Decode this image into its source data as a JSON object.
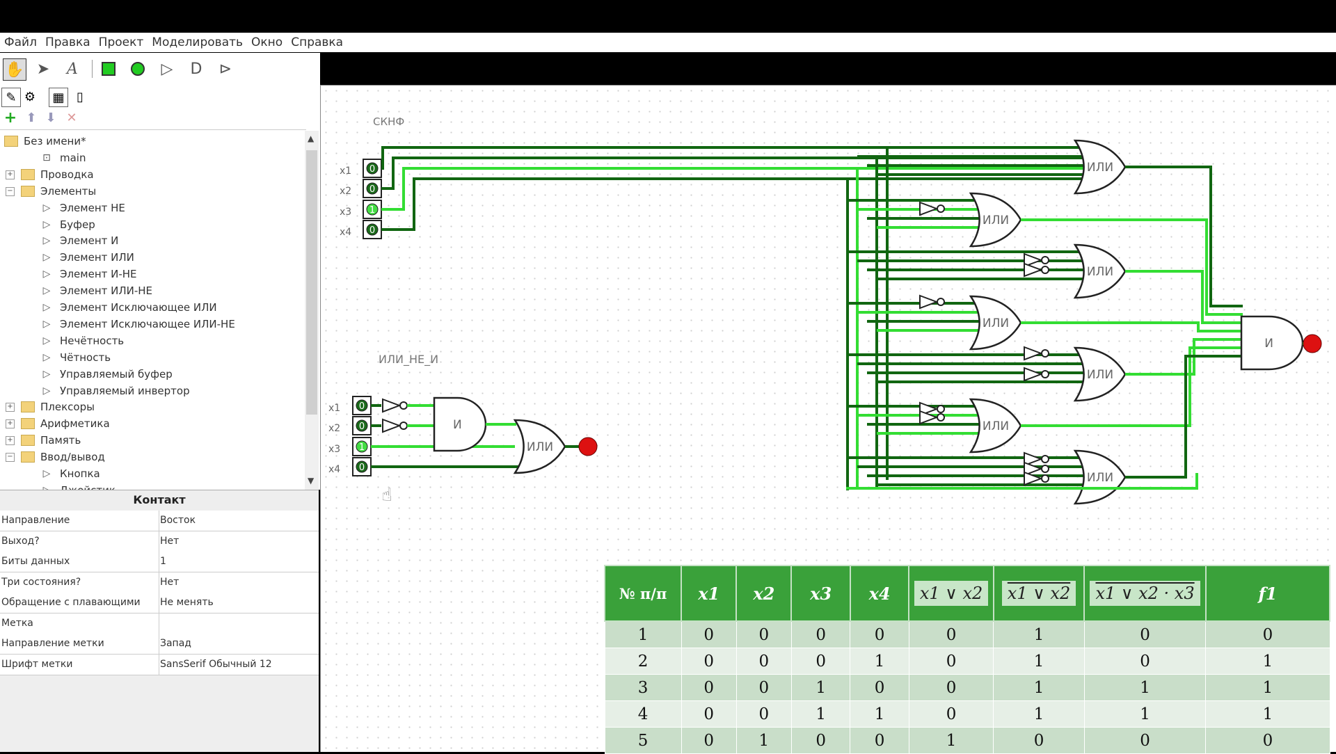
{
  "menu": [
    "Файл",
    "Правка",
    "Проект",
    "Моделировать",
    "Окно",
    "Справка"
  ],
  "tree": {
    "root": "Без имени*",
    "items": [
      {
        "label": "main",
        "kind": "circuit",
        "level": 2
      },
      {
        "label": "Проводка",
        "kind": "folder",
        "level": 1,
        "exp": "+"
      },
      {
        "label": "Элементы",
        "kind": "folder",
        "level": 1,
        "exp": "−"
      },
      {
        "label": "Элемент НЕ",
        "kind": "gate",
        "level": 2
      },
      {
        "label": "Буфер",
        "kind": "gate",
        "level": 2
      },
      {
        "label": "Элемент И",
        "kind": "gate",
        "level": 2
      },
      {
        "label": "Элемент ИЛИ",
        "kind": "gate",
        "level": 2
      },
      {
        "label": "Элемент И-НЕ",
        "kind": "gate",
        "level": 2
      },
      {
        "label": "Элемент ИЛИ-НЕ",
        "kind": "gate",
        "level": 2
      },
      {
        "label": "Элемент Исключающее ИЛИ",
        "kind": "gate",
        "level": 2
      },
      {
        "label": "Элемент Исключающее ИЛИ-НЕ",
        "kind": "gate",
        "level": 2
      },
      {
        "label": "Нечётность",
        "kind": "gate",
        "level": 2
      },
      {
        "label": "Чётность",
        "kind": "gate",
        "level": 2
      },
      {
        "label": "Управляемый буфер",
        "kind": "gate",
        "level": 2
      },
      {
        "label": "Управляемый инвертор",
        "kind": "gate",
        "level": 2
      },
      {
        "label": "Плексоры",
        "kind": "folder",
        "level": 1,
        "exp": "+"
      },
      {
        "label": "Арифметика",
        "kind": "folder",
        "level": 1,
        "exp": "+"
      },
      {
        "label": "Память",
        "kind": "folder",
        "level": 1,
        "exp": "+"
      },
      {
        "label": "Ввод/вывод",
        "kind": "folder",
        "level": 1,
        "exp": "−"
      },
      {
        "label": "Кнопка",
        "kind": "gate",
        "level": 2
      },
      {
        "label": "Джойстик",
        "kind": "gate",
        "level": 2
      }
    ]
  },
  "properties": {
    "title": "Контакт",
    "rows": [
      {
        "k": "Направление",
        "v": "Восток"
      },
      {
        "k": "Выход?",
        "v": "Нет"
      },
      {
        "k": "Биты данных",
        "v": "1"
      },
      {
        "k": "Три состояния?",
        "v": "Нет"
      },
      {
        "k": "Обращение с плавающими",
        "v": "Не менять"
      },
      {
        "k": "Метка",
        "v": ""
      },
      {
        "k": "Направление метки",
        "v": "Запад"
      },
      {
        "k": "Шрифт метки",
        "v": "SansSerif Обычный 12"
      }
    ]
  },
  "circuit": {
    "label_top": "СКНФ",
    "label_bottom": "ИЛИ_НЕ_И",
    "pins_top": [
      {
        "name": "x1",
        "v": "0"
      },
      {
        "name": "x2",
        "v": "0"
      },
      {
        "name": "x3",
        "v": "1"
      },
      {
        "name": "x4",
        "v": "0"
      }
    ],
    "pins_bottom": [
      {
        "name": "x1",
        "v": "0"
      },
      {
        "name": "x2",
        "v": "0"
      },
      {
        "name": "x3",
        "v": "1"
      },
      {
        "name": "x4",
        "v": "0"
      }
    ],
    "or_label": "ИЛИ",
    "and_label": "И"
  },
  "truth_table": {
    "headers": [
      "№ п/п",
      "x1",
      "x2",
      "x3",
      "x4",
      "x1 ∨ x2",
      "x1 ∨ x2",
      "x1 ∨ x2 · x3",
      "f1"
    ],
    "rows": [
      [
        "1",
        "0",
        "0",
        "0",
        "0",
        "0",
        "1",
        "0",
        "0"
      ],
      [
        "2",
        "0",
        "0",
        "0",
        "1",
        "0",
        "1",
        "0",
        "1"
      ],
      [
        "3",
        "0",
        "0",
        "1",
        "0",
        "0",
        "1",
        "1",
        "1"
      ],
      [
        "4",
        "0",
        "0",
        "1",
        "1",
        "0",
        "1",
        "1",
        "1"
      ],
      [
        "5",
        "0",
        "1",
        "0",
        "0",
        "1",
        "0",
        "0",
        "0"
      ]
    ]
  },
  "colors": {
    "wire_on": "#33dd33",
    "wire_off": "#116611",
    "output": "#dd1111",
    "header": "#3aa13a"
  }
}
